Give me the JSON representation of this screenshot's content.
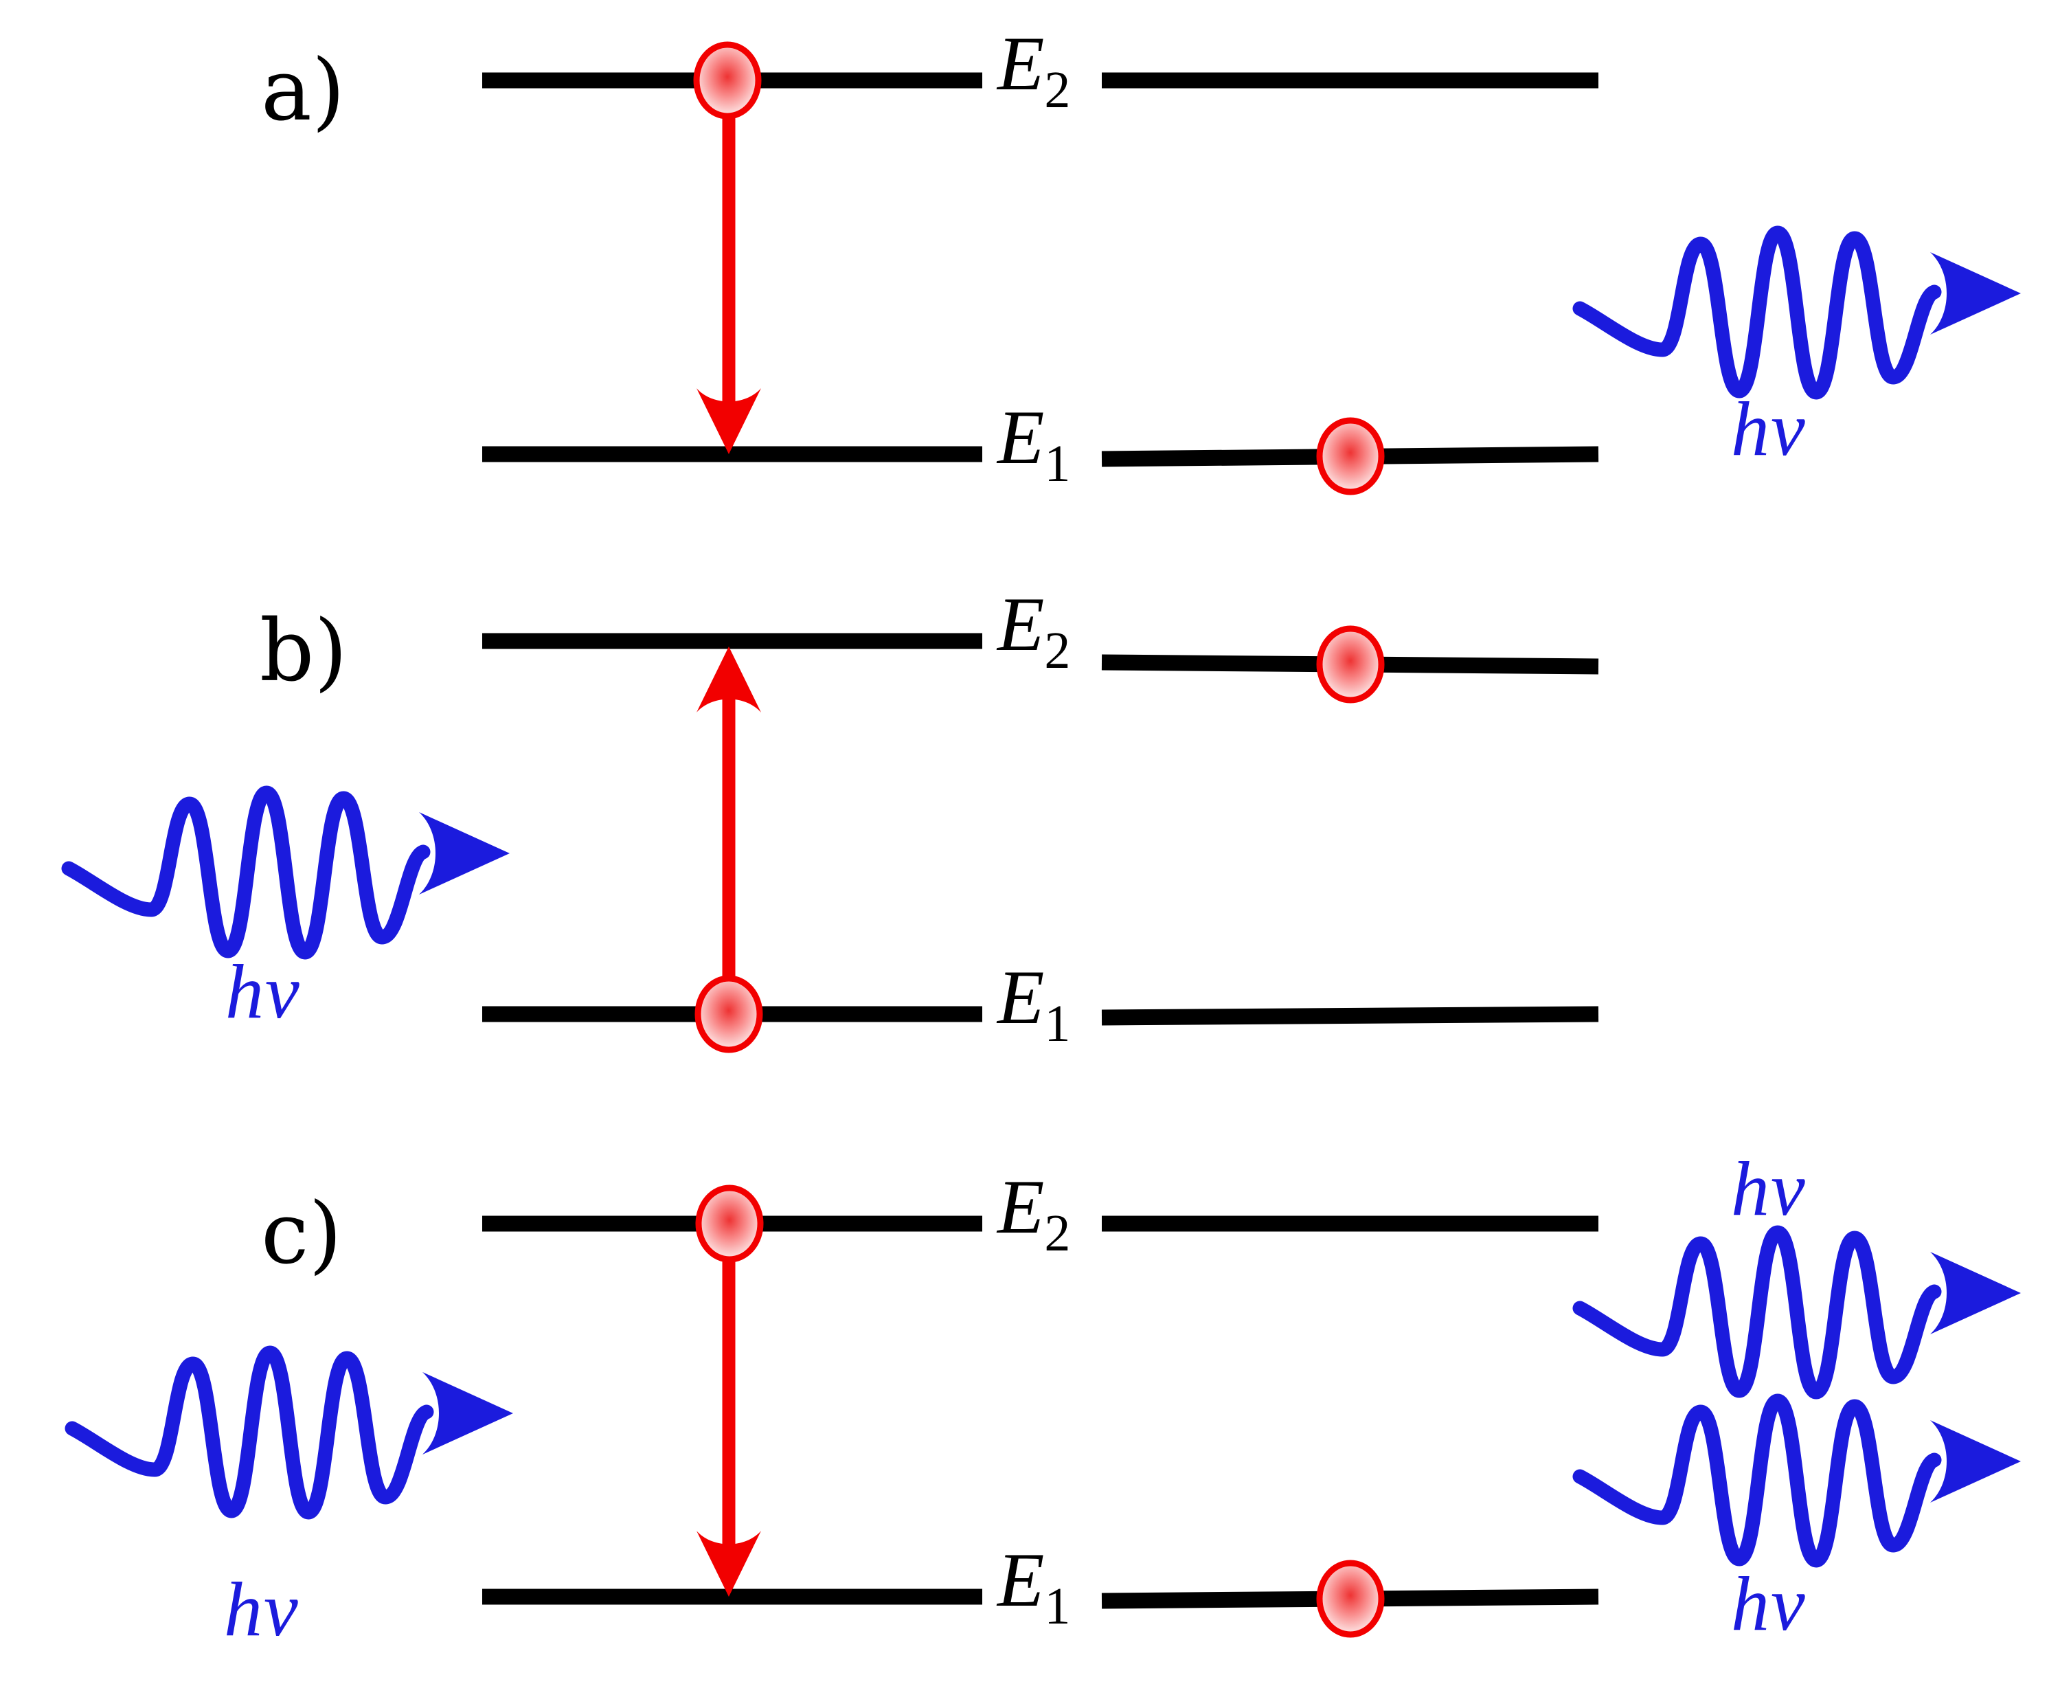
{
  "diagram": {
    "background": "#ffffff",
    "colors": {
      "level_line": "#000000",
      "electron_red": "#f20000",
      "transition_arrow_red": "#f20000",
      "photon_blue": "#1b1bdd"
    },
    "photon_label": "hν",
    "upper_level": {
      "base": "E",
      "sub": "2"
    },
    "lower_level": {
      "base": "E",
      "sub": "1"
    },
    "panels": [
      {
        "label": "a)"
      },
      {
        "label": "b)"
      },
      {
        "label": "c)"
      }
    ]
  }
}
